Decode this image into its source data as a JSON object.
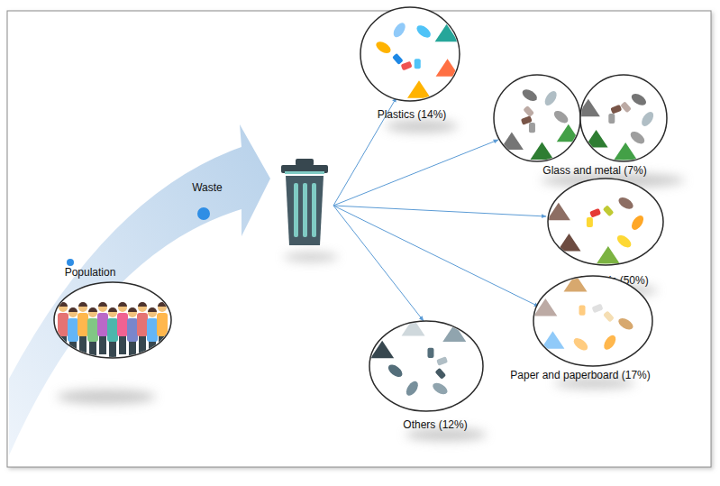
{
  "diagram": {
    "nodes": [
      {
        "text": [
          "Population"
        ]
      },
      {
        "text": [
          "Plastics (14%)"
        ]
      },
      {
        "text": [
          "Glass and metal (7%)"
        ]
      },
      {
        "text": [
          "Organic (50%)"
        ]
      },
      {
        "text": [
          "Paper and paperboard (17%)"
        ]
      },
      {
        "text": [
          "Others (12%)"
        ]
      }
    ],
    "labels": [
      "Waste"
    ]
  }
}
